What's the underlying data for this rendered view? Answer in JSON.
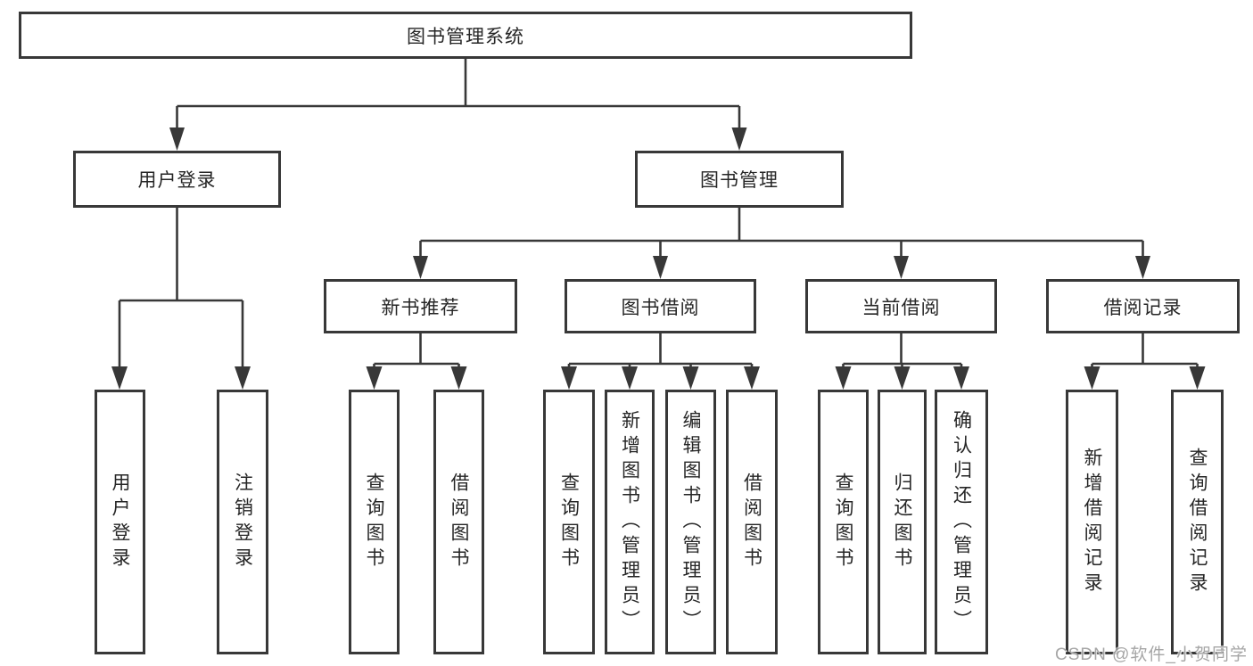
{
  "tree": {
    "label": "图书管理系统",
    "children": [
      {
        "label": "用户登录",
        "children": [
          {
            "label": "用户登录"
          },
          {
            "label": "注销登录"
          }
        ]
      },
      {
        "label": "图书管理",
        "children": [
          {
            "label": "新书推荐",
            "children": [
              {
                "label": "查询图书"
              },
              {
                "label": "借阅图书"
              }
            ]
          },
          {
            "label": "图书借阅",
            "children": [
              {
                "label": "查询图书"
              },
              {
                "label": "新增图书（管理员）"
              },
              {
                "label": "编辑图书（管理员）"
              },
              {
                "label": "借阅图书"
              }
            ]
          },
          {
            "label": "当前借阅",
            "children": [
              {
                "label": "查询图书"
              },
              {
                "label": "归还图书"
              },
              {
                "label": "确认归还（管理员）"
              }
            ]
          },
          {
            "label": "借阅记录",
            "children": [
              {
                "label": "新增借阅记录"
              },
              {
                "label": "查询借阅记录"
              }
            ]
          }
        ]
      }
    ]
  },
  "watermark": "CSDN @软件_小贺同学",
  "colors": {
    "line": "#383838",
    "box_border": "#383838",
    "box_fill": "#ffffff",
    "text": "#262626",
    "watermark": "#a6a6a6"
  }
}
